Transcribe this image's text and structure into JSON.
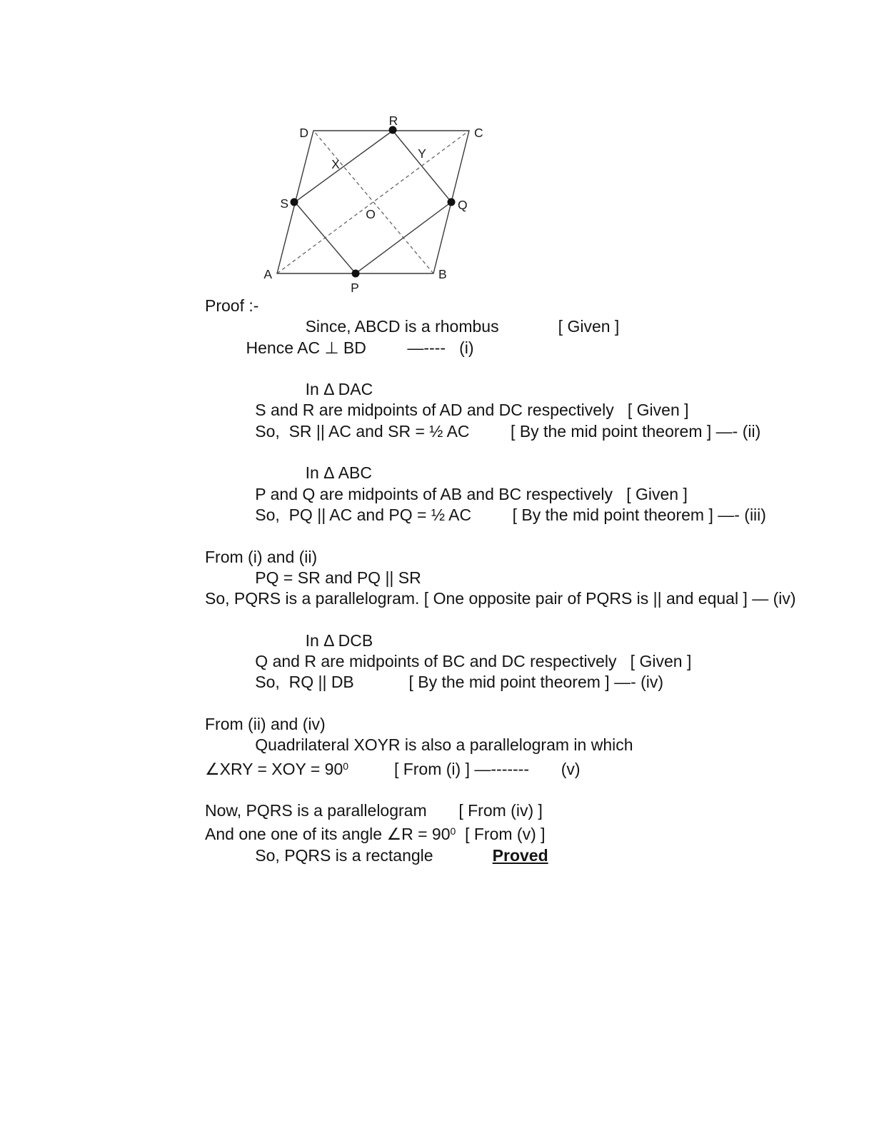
{
  "diagram": {
    "labels": {
      "A": "A",
      "B": "B",
      "C": "C",
      "D": "D",
      "P": "P",
      "Q": "Q",
      "R": "R",
      "S": "S",
      "O": "O",
      "X": "X",
      "Y": "Y"
    }
  },
  "proof": {
    "lines": [
      {
        "segs": [
          {
            "t": "Proof :-"
          }
        ]
      },
      {
        "segs": [
          {
            "t": "                      Since, ABCD is a rhombus             [ Given ]"
          }
        ]
      },
      {
        "segs": [
          {
            "t": "         Hence AC ⊥ BD         —----   (i)"
          }
        ]
      },
      {
        "segs": [
          {
            "t": ""
          }
        ]
      },
      {
        "segs": [
          {
            "t": "                      In Δ DAC"
          }
        ]
      },
      {
        "segs": [
          {
            "t": "           S and R are midpoints of AD and DC respectively   [ Given ]"
          }
        ]
      },
      {
        "segs": [
          {
            "t": "           So,  SR || AC and SR = ½ AC         [ By the mid point theorem ] —- (ii)"
          }
        ]
      },
      {
        "segs": [
          {
            "t": ""
          }
        ]
      },
      {
        "segs": [
          {
            "t": "                      In Δ ABC"
          }
        ]
      },
      {
        "segs": [
          {
            "t": "           P and Q are midpoints of AB and BC respectively   [ Given ]"
          }
        ]
      },
      {
        "segs": [
          {
            "t": "           So,  PQ || AC and PQ = ½ AC         [ By the mid point theorem ] —- (iii)"
          }
        ]
      },
      {
        "segs": [
          {
            "t": ""
          }
        ]
      },
      {
        "segs": [
          {
            "t": "From (i) and (ii)"
          }
        ]
      },
      {
        "segs": [
          {
            "t": "           PQ = SR and PQ || SR"
          }
        ]
      },
      {
        "segs": [
          {
            "t": "So, PQRS is a parallelogram. [ One opposite pair of PQRS is || and equal ] — (iv)"
          }
        ]
      },
      {
        "segs": [
          {
            "t": ""
          }
        ]
      },
      {
        "segs": [
          {
            "t": "                      In Δ DCB"
          }
        ]
      },
      {
        "segs": [
          {
            "t": "           Q and R are midpoints of BC and DC respectively   [ Given ]"
          }
        ]
      },
      {
        "segs": [
          {
            "t": "           So,  RQ || DB            [ By the mid point theorem ] —- (iv)"
          }
        ]
      },
      {
        "segs": [
          {
            "t": ""
          }
        ]
      },
      {
        "segs": [
          {
            "t": "From (ii) and (iv)"
          }
        ]
      },
      {
        "segs": [
          {
            "t": "           Quadrilateral XOYR is also a parallelogram in which"
          }
        ]
      },
      {
        "segs": [
          {
            "t": "∠XRY = XOY = 90"
          },
          {
            "t": "0",
            "cls": "sup"
          },
          {
            "t": "          [ From (i) ] —-------       (v)"
          }
        ]
      },
      {
        "segs": [
          {
            "t": ""
          }
        ]
      },
      {
        "segs": [
          {
            "t": "Now, PQRS is a parallelogram       [ From (iv) ]"
          }
        ]
      },
      {
        "segs": [
          {
            "t": "And one one of its angle ∠R = 90"
          },
          {
            "t": "0",
            "cls": "sup"
          },
          {
            "t": "  [ From (v) ]"
          }
        ]
      },
      {
        "segs": [
          {
            "t": "           So, PQRS is a rectangle             "
          },
          {
            "t": "Proved",
            "cls": "proved",
            "name": "proved-label"
          }
        ]
      }
    ]
  }
}
